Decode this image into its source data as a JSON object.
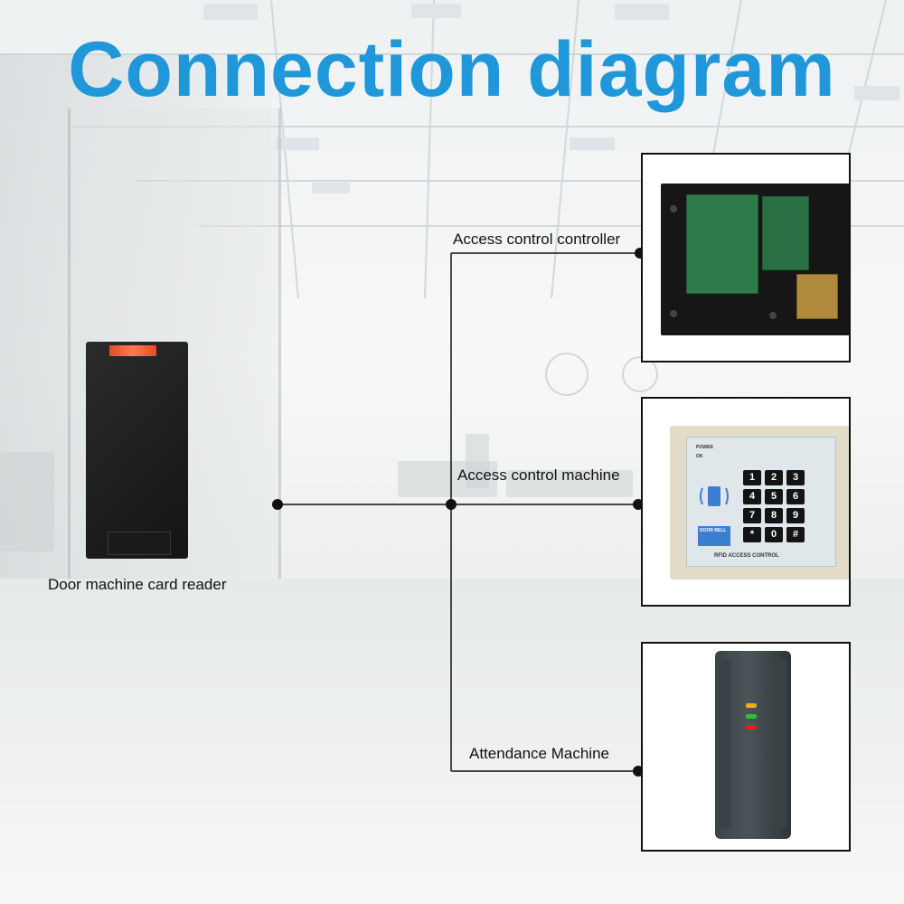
{
  "title": "Connection diagram",
  "labels": {
    "card_reader": "Door machine card reader",
    "controller": "Access control controller",
    "machine": "Access control machine",
    "attendance": "Attendance Machine"
  },
  "keypad": {
    "power": "POWER",
    "ok": "OK",
    "keys": [
      "1",
      "2",
      "3",
      "4",
      "5",
      "6",
      "7",
      "8",
      "9",
      "*",
      "0",
      "#"
    ],
    "doorbell": "DOOR BELL",
    "brand": "RFID ACCESS CONTROL"
  },
  "colors": {
    "title": "#1f97d8",
    "line": "#111111"
  }
}
